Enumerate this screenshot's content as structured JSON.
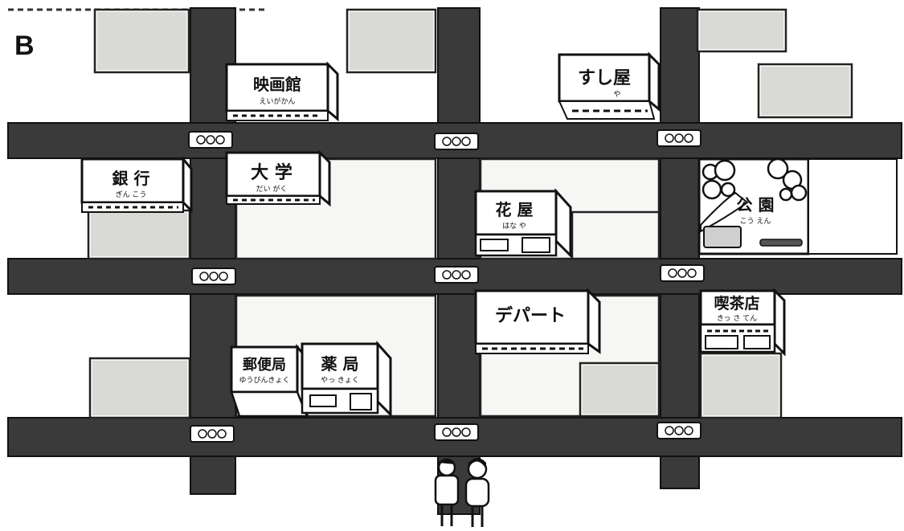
{
  "map_label": "B",
  "buildings": {
    "cinema": {
      "name": "映画館",
      "reading": "えいがかん"
    },
    "sushi": {
      "name": "すし屋",
      "reading": "や"
    },
    "bank": {
      "name": "銀 行",
      "reading": "ぎん こう"
    },
    "university": {
      "name": "大 学",
      "reading": "だい がく"
    },
    "florist": {
      "name": "花 屋",
      "reading": "はな や"
    },
    "park": {
      "name": "公 園",
      "reading": "こう えん"
    },
    "department": {
      "name": "デパート",
      "reading": ""
    },
    "cafe": {
      "name": "喫茶店",
      "reading": "きっ さ てん"
    },
    "post_office": {
      "name": "郵便局",
      "reading": "ゆうびんきょく"
    },
    "pharmacy": {
      "name": "薬 局",
      "reading": "やっ きょく"
    }
  },
  "colors": {
    "road": "#3a3a3a",
    "lot": "#f6f6f4",
    "line": "#111111"
  }
}
